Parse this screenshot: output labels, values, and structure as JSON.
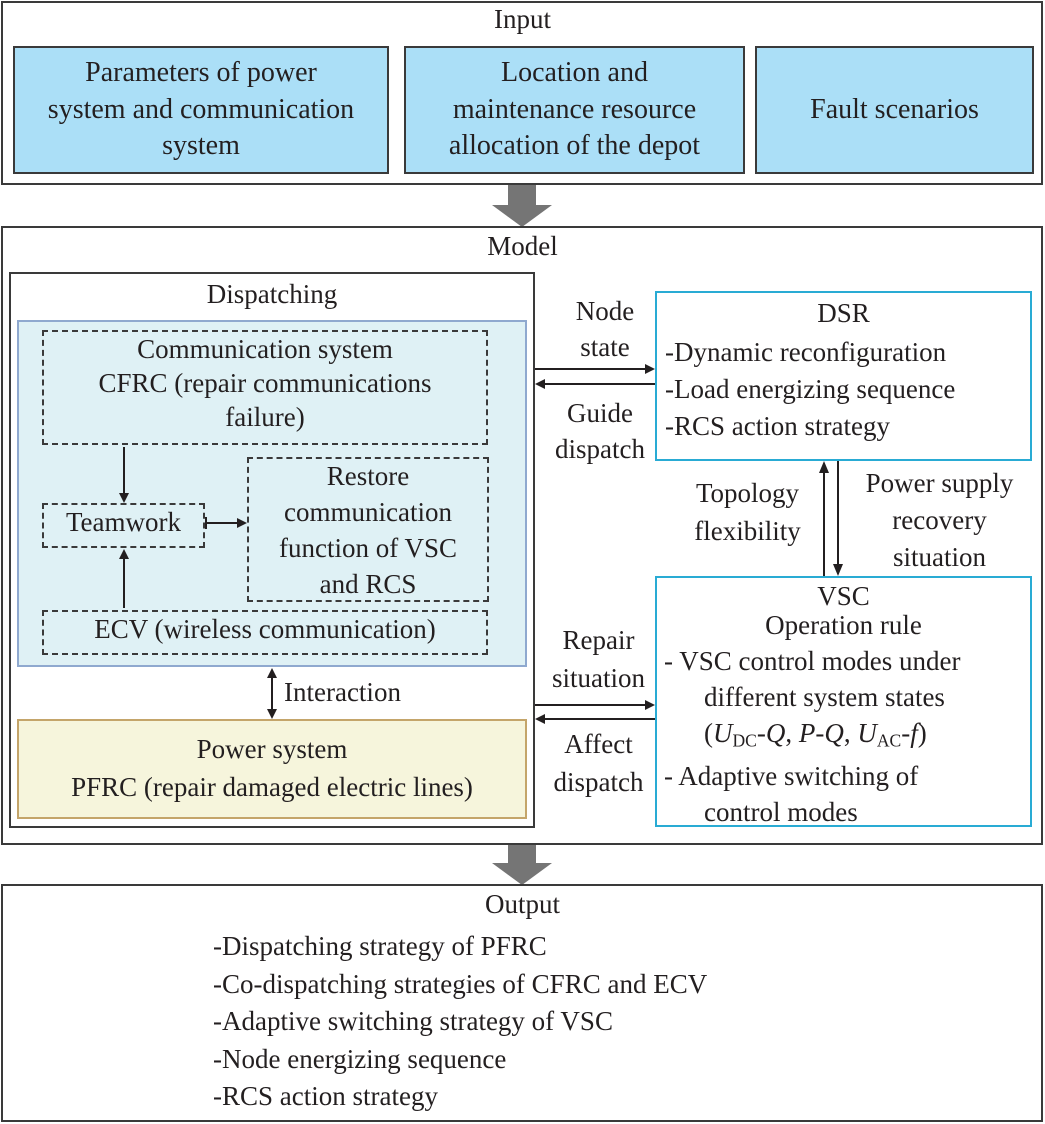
{
  "input": {
    "title": "Input",
    "boxes": [
      {
        "lines": [
          "Parameters of power",
          "system and communication",
          "system"
        ]
      },
      {
        "lines": [
          "Location and",
          "maintenance resource",
          "allocation of the depot"
        ]
      },
      {
        "lines": [
          "Fault scenarios"
        ]
      }
    ]
  },
  "model": {
    "title": "Model",
    "dispatching": {
      "title": "Dispatching",
      "communication_system": {
        "lines": [
          "Communication system",
          "CFRC (repair communications",
          "failure)"
        ]
      },
      "teamwork": "Teamwork",
      "restore": {
        "lines": [
          "Restore",
          "communication",
          "function of VSC",
          "and RCS"
        ]
      },
      "ecv": "ECV (wireless communication)",
      "interaction": "Interaction",
      "power_system": {
        "lines": [
          "Power system",
          "PFRC (repair damaged electric lines)"
        ]
      }
    },
    "arrows_labels": {
      "node_state": [
        "Node",
        "state"
      ],
      "guide_dispatch": [
        "Guide",
        "dispatch"
      ],
      "topology_flexibility": [
        "Topology",
        "flexibility"
      ],
      "power_supply_recovery": [
        "Power supply",
        "recovery",
        "situation"
      ],
      "repair_situation": [
        "Repair",
        "situation"
      ],
      "affect_dispatch": [
        "Affect",
        "dispatch"
      ]
    },
    "dsr": {
      "title": "DSR",
      "items": [
        "Dynamic reconfiguration",
        "Load energizing sequence",
        "RCS action strategy"
      ]
    },
    "vsc": {
      "title": "VSC",
      "subtitle": "Operation rule",
      "item1_lines": [
        "VSC control modes under",
        "different system states"
      ],
      "modes": {
        "u": "U",
        "dc": "DC",
        "q": "Q",
        "p": "P",
        "ac": "AC",
        "f": "f"
      },
      "item2_lines": [
        "Adaptive switching of",
        "control modes"
      ]
    }
  },
  "output": {
    "title": "Output",
    "items": [
      "-Dispatching strategy of  PFRC",
      "-Co-dispatching strategies of CFRC and ECV",
      "-Adaptive switching strategy of VSC",
      "-Node energizing sequence",
      "-RCS action strategy"
    ]
  },
  "colors": {
    "input_box": "#abdff7",
    "comm_panel": "#dff1f5",
    "power_box": "#f6f5dc",
    "cyan_border": "#29abd4",
    "flow_arrow": "#757575"
  }
}
